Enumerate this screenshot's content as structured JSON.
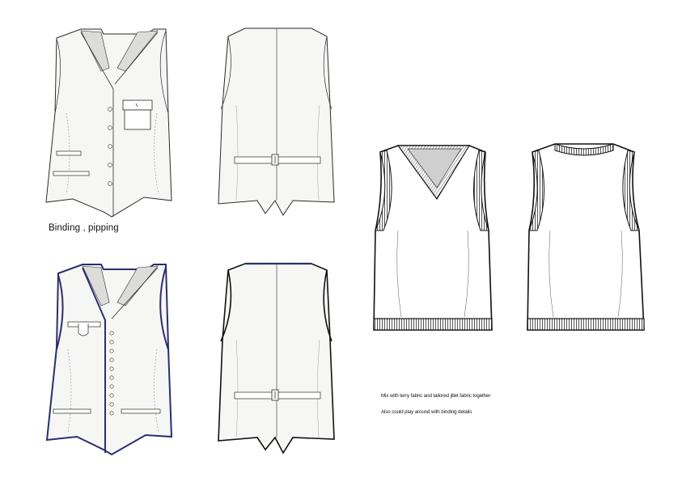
{
  "captions": {
    "binding_label": "Binding , pipping",
    "note_line_1": "Mix with terry fabric and tailored jillet fabric together",
    "note_line_2": "Also could play around with binding details"
  },
  "colors": {
    "line": "#2a2a2a",
    "fabric": "#f6f6f4",
    "lining": "#dcdcda",
    "binding_blue": "#2b2f6e",
    "rib_gray": "#555555"
  },
  "icons": {
    "button": "circle-button-icon",
    "buckle": "buckle-icon"
  }
}
